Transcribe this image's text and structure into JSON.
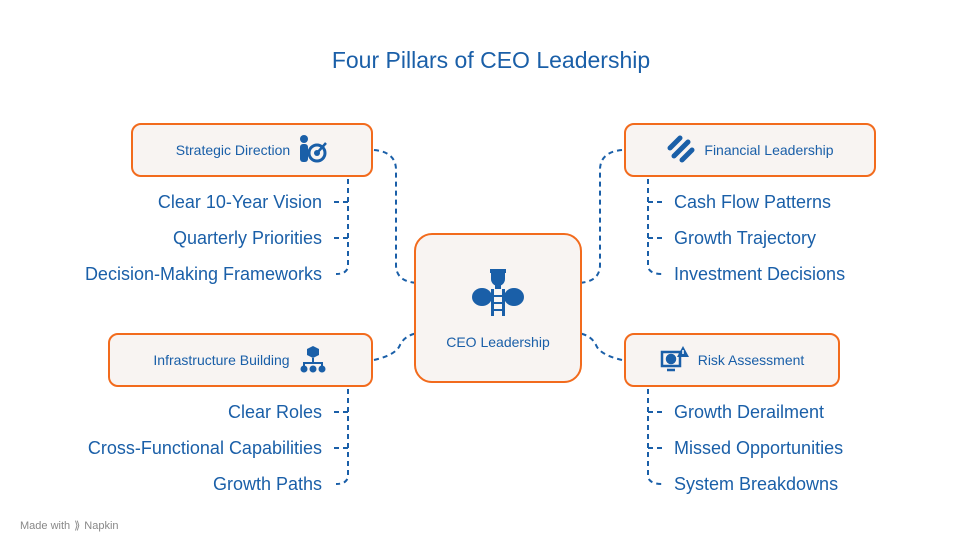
{
  "title": "Four Pillars of CEO Leadership",
  "center": {
    "label": "CEO Leadership",
    "icon": "trophy-ladder-icon"
  },
  "pillars": {
    "strategic": {
      "label": "Strategic Direction",
      "icon": "person-target-icon",
      "items": [
        "Clear 10-Year Vision",
        "Quarterly Priorities",
        "Decision-Making Frameworks"
      ]
    },
    "financial": {
      "label": "Financial Leadership",
      "icon": "pills-chart-icon",
      "items": [
        "Cash Flow Patterns",
        "Growth Trajectory",
        "Investment Decisions"
      ]
    },
    "infrastructure": {
      "label": "Infrastructure Building",
      "icon": "hierarchy-icon",
      "items": [
        "Clear Roles",
        "Cross-Functional Capabilities",
        "Growth Paths"
      ]
    },
    "risk": {
      "label": "Risk Assessment",
      "icon": "monitor-warning-icon",
      "items": [
        "Growth Derailment",
        "Missed Opportunities",
        "System Breakdowns"
      ]
    }
  },
  "footer": {
    "made_with": "Made with",
    "brand": "Napkin"
  },
  "colors": {
    "accent": "#f26b1d",
    "text": "#1a5fa8",
    "fill": "#f8f4f2"
  }
}
